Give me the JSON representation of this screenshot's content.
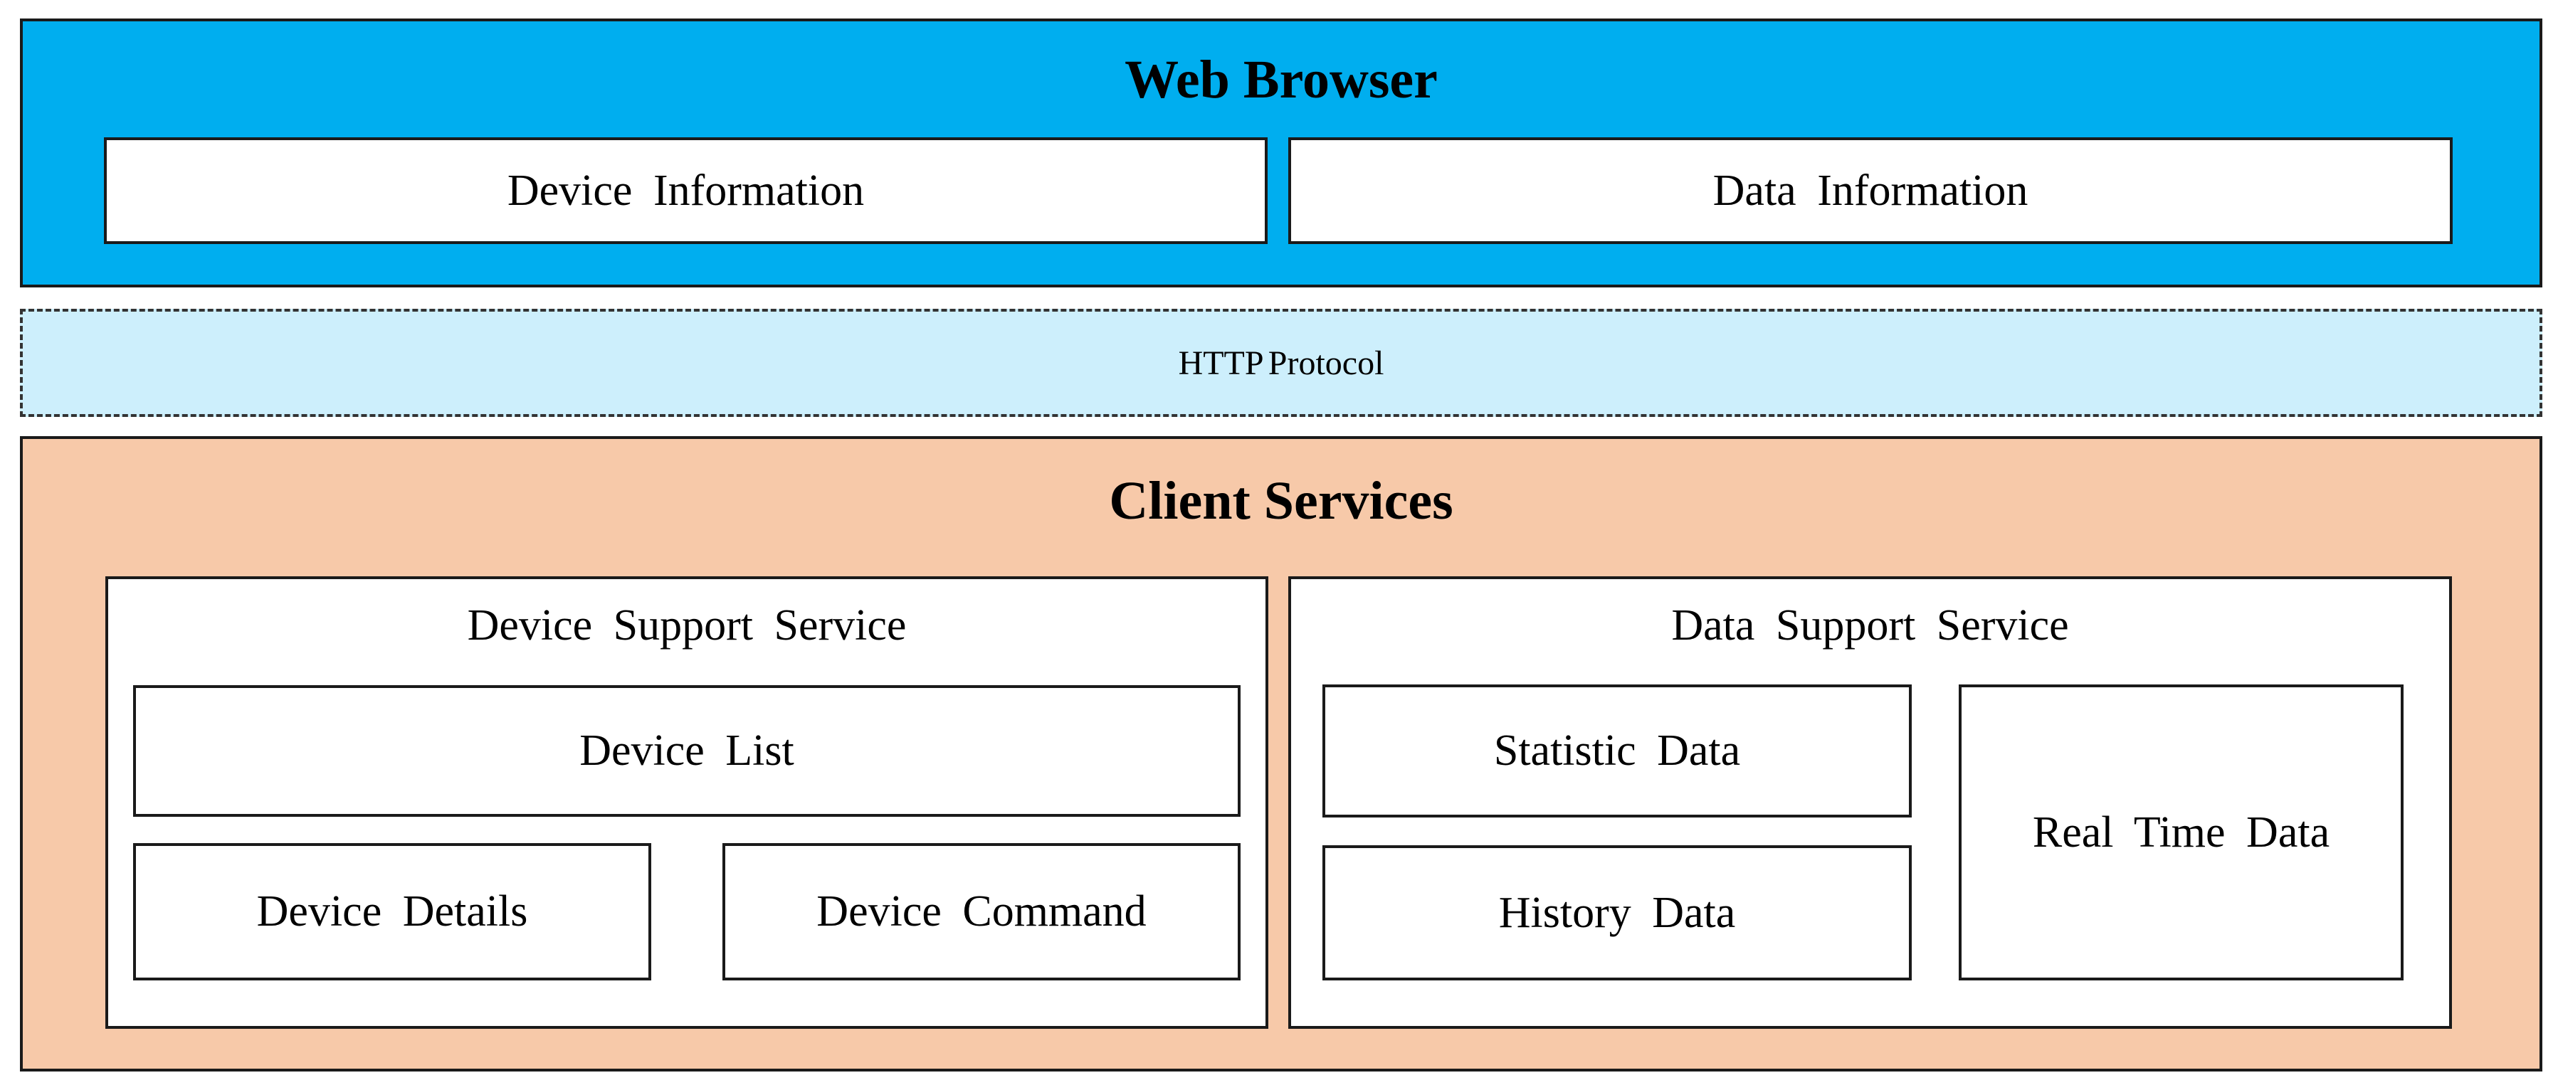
{
  "web_browser": {
    "title": "Web Browser",
    "color": "#00AEEF",
    "items": [
      "Device Information",
      "Data Information"
    ]
  },
  "http_protocol": {
    "label": "HTTP Protocol",
    "color": "#CDEFFC"
  },
  "client_services": {
    "title": "Client Services",
    "color": "#F7C9A9",
    "device_support_service": {
      "title": "Device Support Service",
      "items": [
        "Device List",
        "Device Details",
        "Device Command"
      ]
    },
    "data_support_service": {
      "title": "Data Support Service",
      "items": [
        "Statistic Data",
        "History Data",
        "Real Time Data"
      ]
    }
  }
}
